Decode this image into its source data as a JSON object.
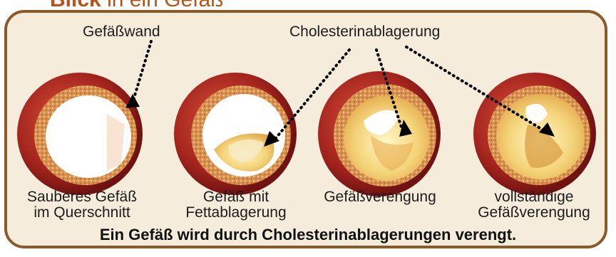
{
  "header": {
    "bold_text": "Blick",
    "light_text": "in ein Gefäß"
  },
  "labels": {
    "vessel_wall": "Gefäßwand",
    "cholesterol_deposit": "Cholesterinablagerung"
  },
  "stages": [
    {
      "line1": "Sauberes Gefäß",
      "line2": "im Querschnitt"
    },
    {
      "line1": "Gefäß mit",
      "line2": "Fettablagerung"
    },
    {
      "line1": "Gefäßverengung",
      "line2": ""
    },
    {
      "line1": "vollständige",
      "line2": "Gefäßverengung"
    }
  ],
  "caption": "Ein Gefäß wird durch Cholesterinablagerungen verengt.",
  "colors": {
    "frame": "#8a5a2b",
    "background": "#f5ecdc",
    "vessel_outer": "#9e1f1f",
    "vessel_wall_band": "#d88b4a",
    "deposit": "#f2d98a",
    "lumen": "#ffffff",
    "arrow": "#000000"
  }
}
